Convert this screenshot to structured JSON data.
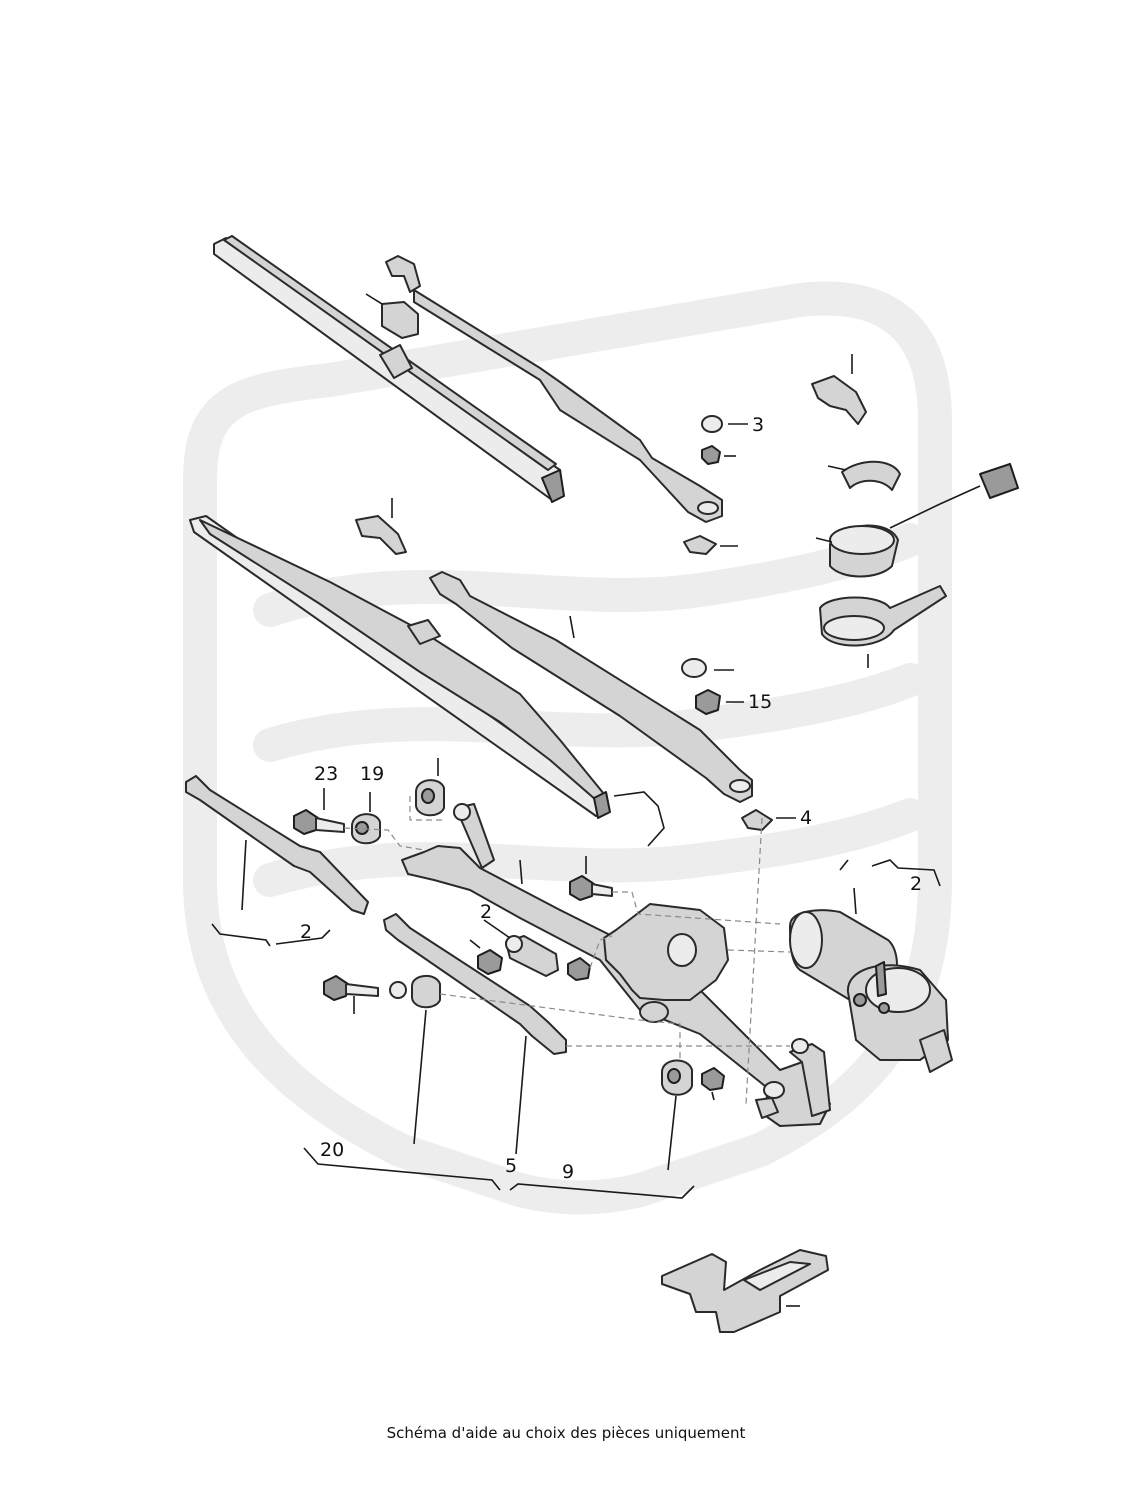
{
  "caption": "Schéma d'aide au choix des pièces uniquement",
  "colors": {
    "line": "#2a2a2a",
    "part_fill": "#d4d4d4",
    "watermark": "#ededed"
  },
  "callouts": {
    "c3": "3",
    "c15": "15",
    "c4": "4",
    "c23": "23",
    "c19": "19",
    "c2_left": "2",
    "c2_mid": "2",
    "c2_right": "2",
    "c20": "20",
    "c5": "5",
    "c9": "9"
  },
  "icons": {
    "watermark": "shield-logo-watermark",
    "wiper_blade": "wiper-blade",
    "wiper_arm": "wiper-arm",
    "wiper_motor": "wiper-motor",
    "linkage": "wiper-linkage",
    "bolt": "bolt",
    "nut": "nut",
    "cap": "cap",
    "grommet": "grommet",
    "connector": "electrical-connector",
    "bracket": "mounting-bracket"
  }
}
